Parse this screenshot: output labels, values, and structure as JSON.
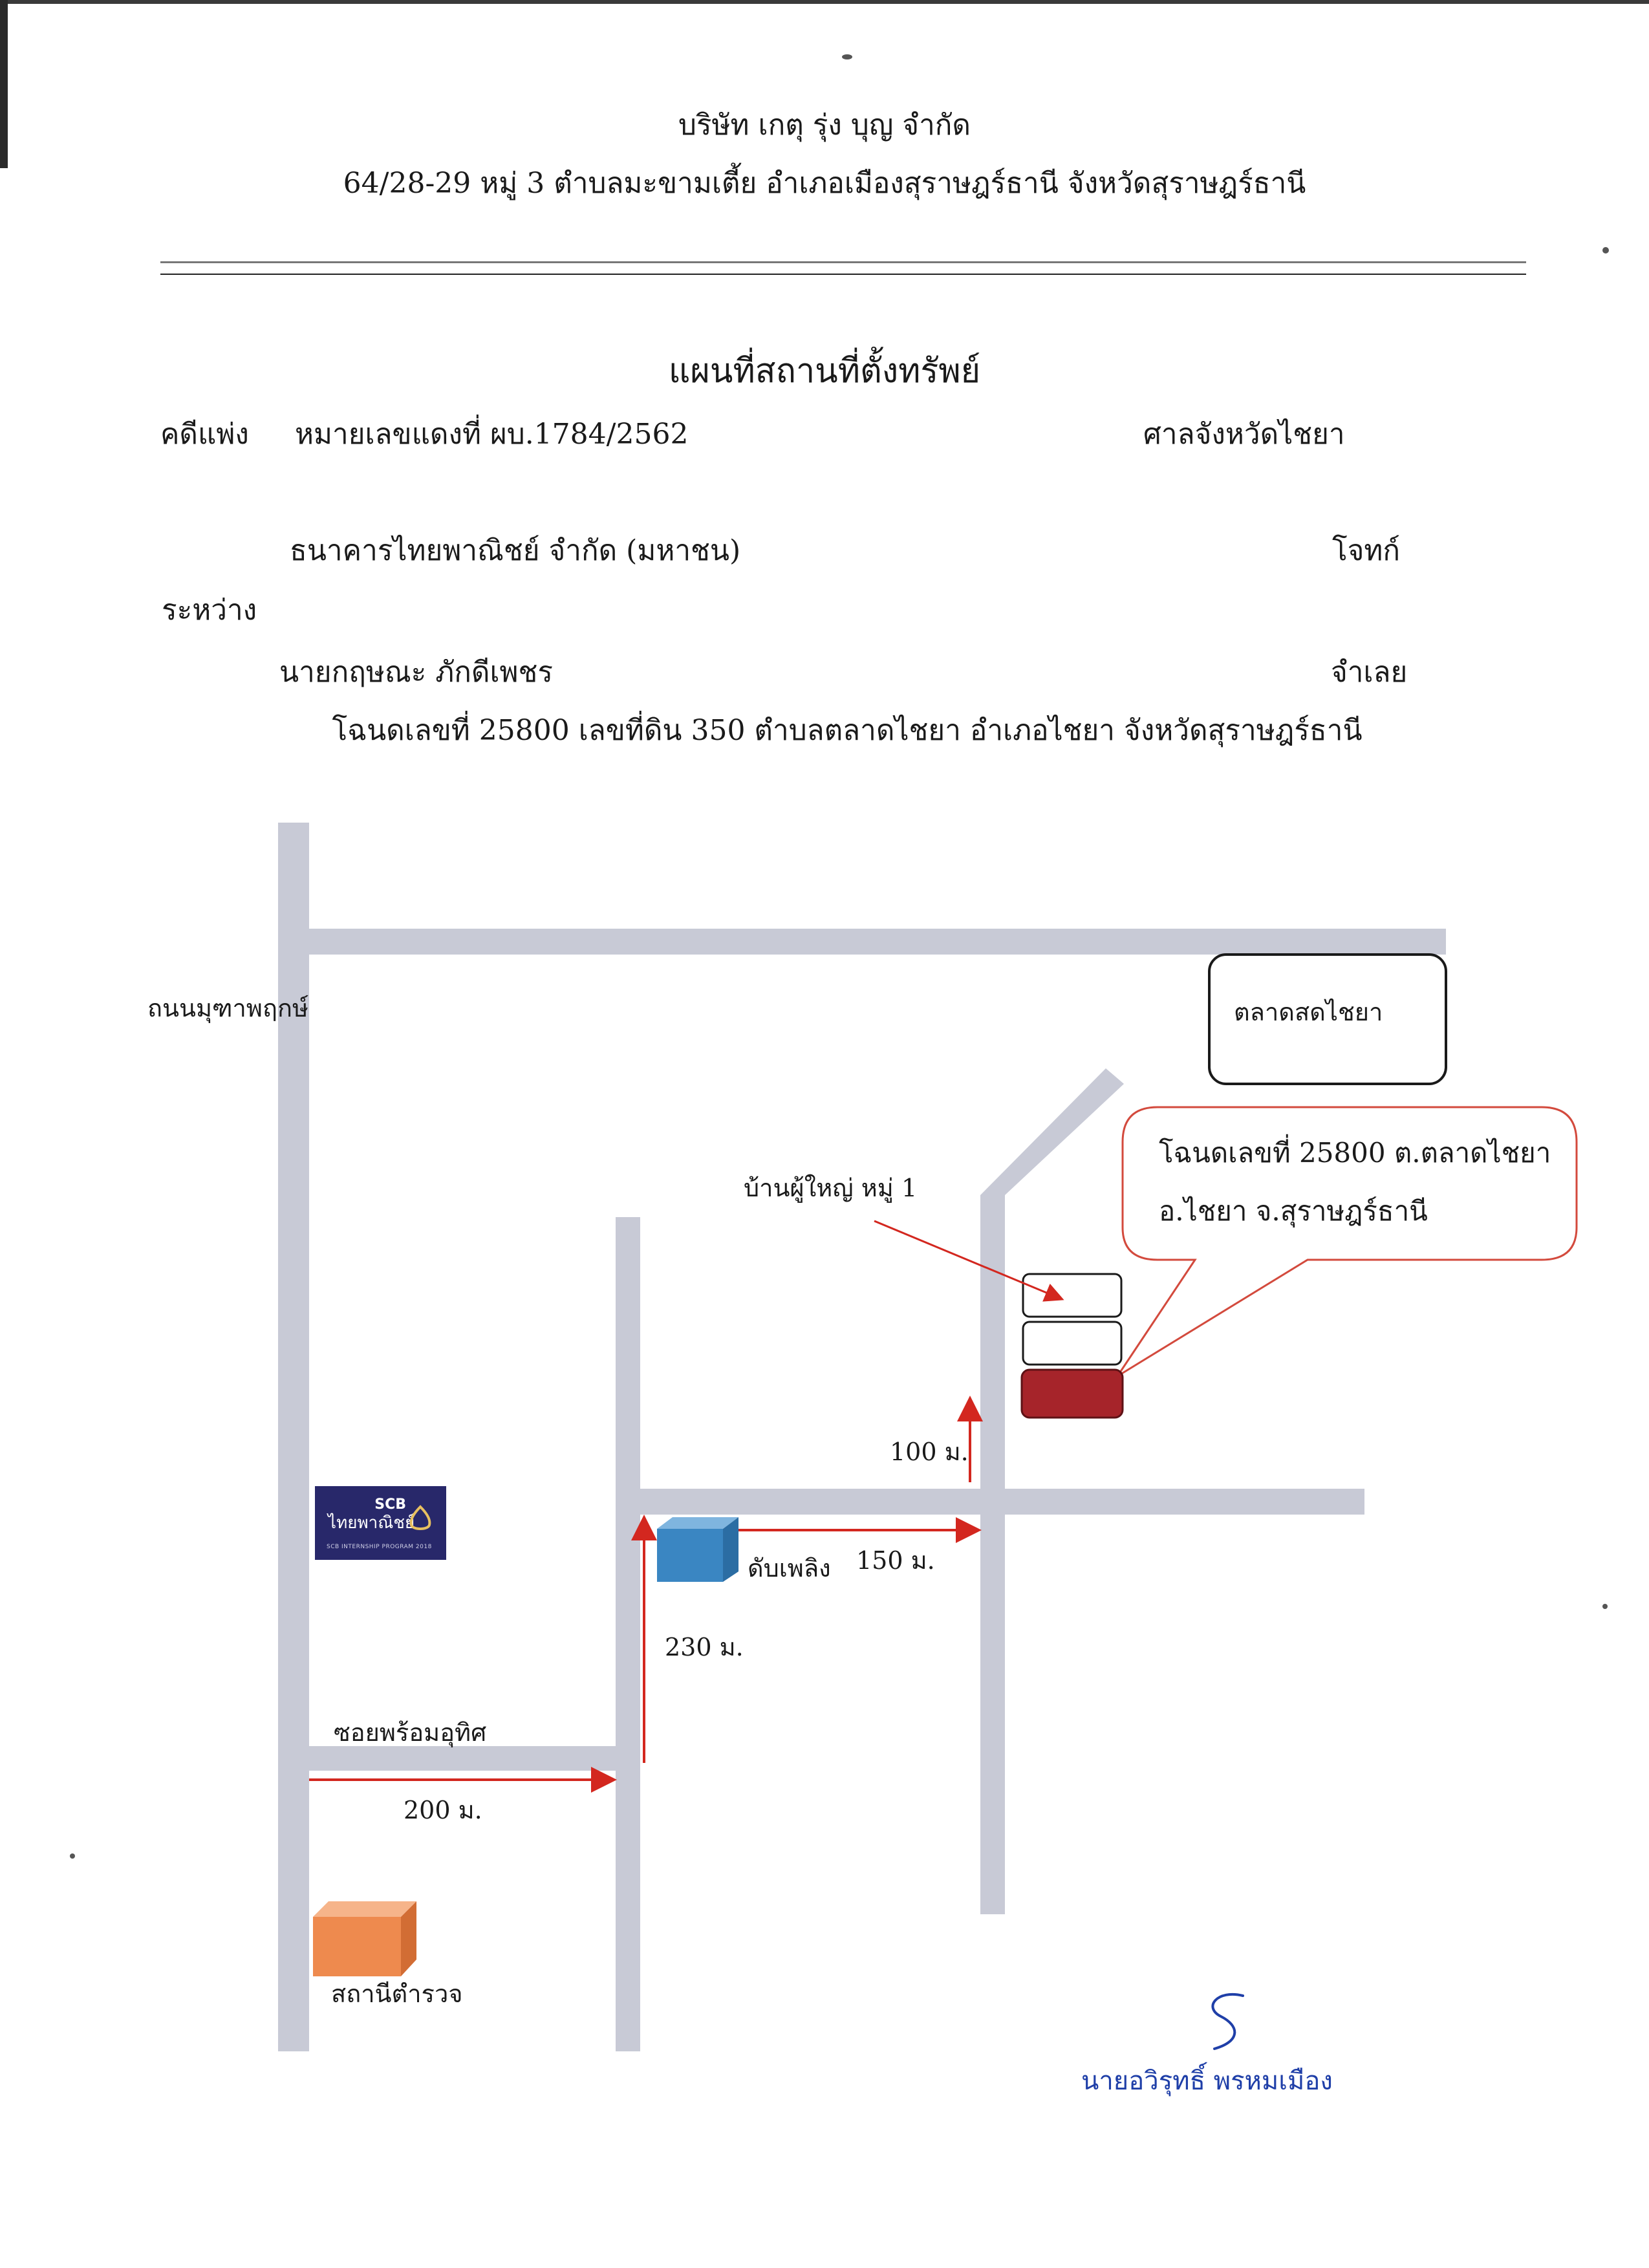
{
  "header": {
    "company_name": "บริษัท  เกตุ รุ่ง บุญ จำกัด",
    "company_address": "64/28-29  หมู่ 3  ตำบลมะขามเตี้ย  อำเภอเมืองสุราษฎร์ธานี  จังหวัดสุราษฎร์ธานี"
  },
  "document": {
    "title": "แผนที่สถานที่ตั้งทรัพย์",
    "case_type": "คดีแพ่ง",
    "case_number": "หมายเลขแดงที่  ผบ.1784/2562",
    "court": "ศาลจังหวัดไชยา",
    "plaintiff_name": "ธนาคารไทยพาณิชย์ จำกัด (มหาชน)",
    "plaintiff_role": "โจทก์",
    "between_label": "ระหว่าง",
    "defendant_name": "นายกฤษณะ  ภักดีเพชร",
    "defendant_role": "จำเลย",
    "deed_line": "โฉนดเลขที่ 25800  เลขที่ดิน  350   ตำบลตลาดไชยา  อำเภอไชยา   จังหวัดสุราษฎร์ธานี"
  },
  "map": {
    "road_main_label": "ถนนมุฑาพฤกษ์",
    "market_label": "ตลาดสดไชยา",
    "callout_line1": "โฉนดเลขที่ 25800 ต.ตลาดไชยา",
    "callout_line2": "อ.ไชยา   จ.สุราษฎร์ธานี",
    "headman_label": "บ้านผู้ใหญ่ หมู่ 1",
    "distance_100": "100 ม.",
    "fire_station_label": "ดับเพลิง",
    "distance_150": "150 ม.",
    "distance_230": "230 ม.",
    "soi_label": "ซอยพร้อมอุทิศ",
    "distance_200": "200 ม.",
    "police_label": "สถานีตำรวจ",
    "scb_logo": {
      "brand": "SCB",
      "thai": "ไทยพาณิชย์",
      "sub": "SCB INTERNSHIP PROGRAM 2018"
    },
    "colors": {
      "road": "#c8cad6",
      "arrow": "#d3271f",
      "target_plot": "#a6242a",
      "callout_border": "#d34a3d",
      "fire_station": "#3a86c2",
      "police": "#ee8a4e"
    }
  },
  "signature": {
    "name": "นายอวิรุทธิ์ พรหมเมือง"
  }
}
